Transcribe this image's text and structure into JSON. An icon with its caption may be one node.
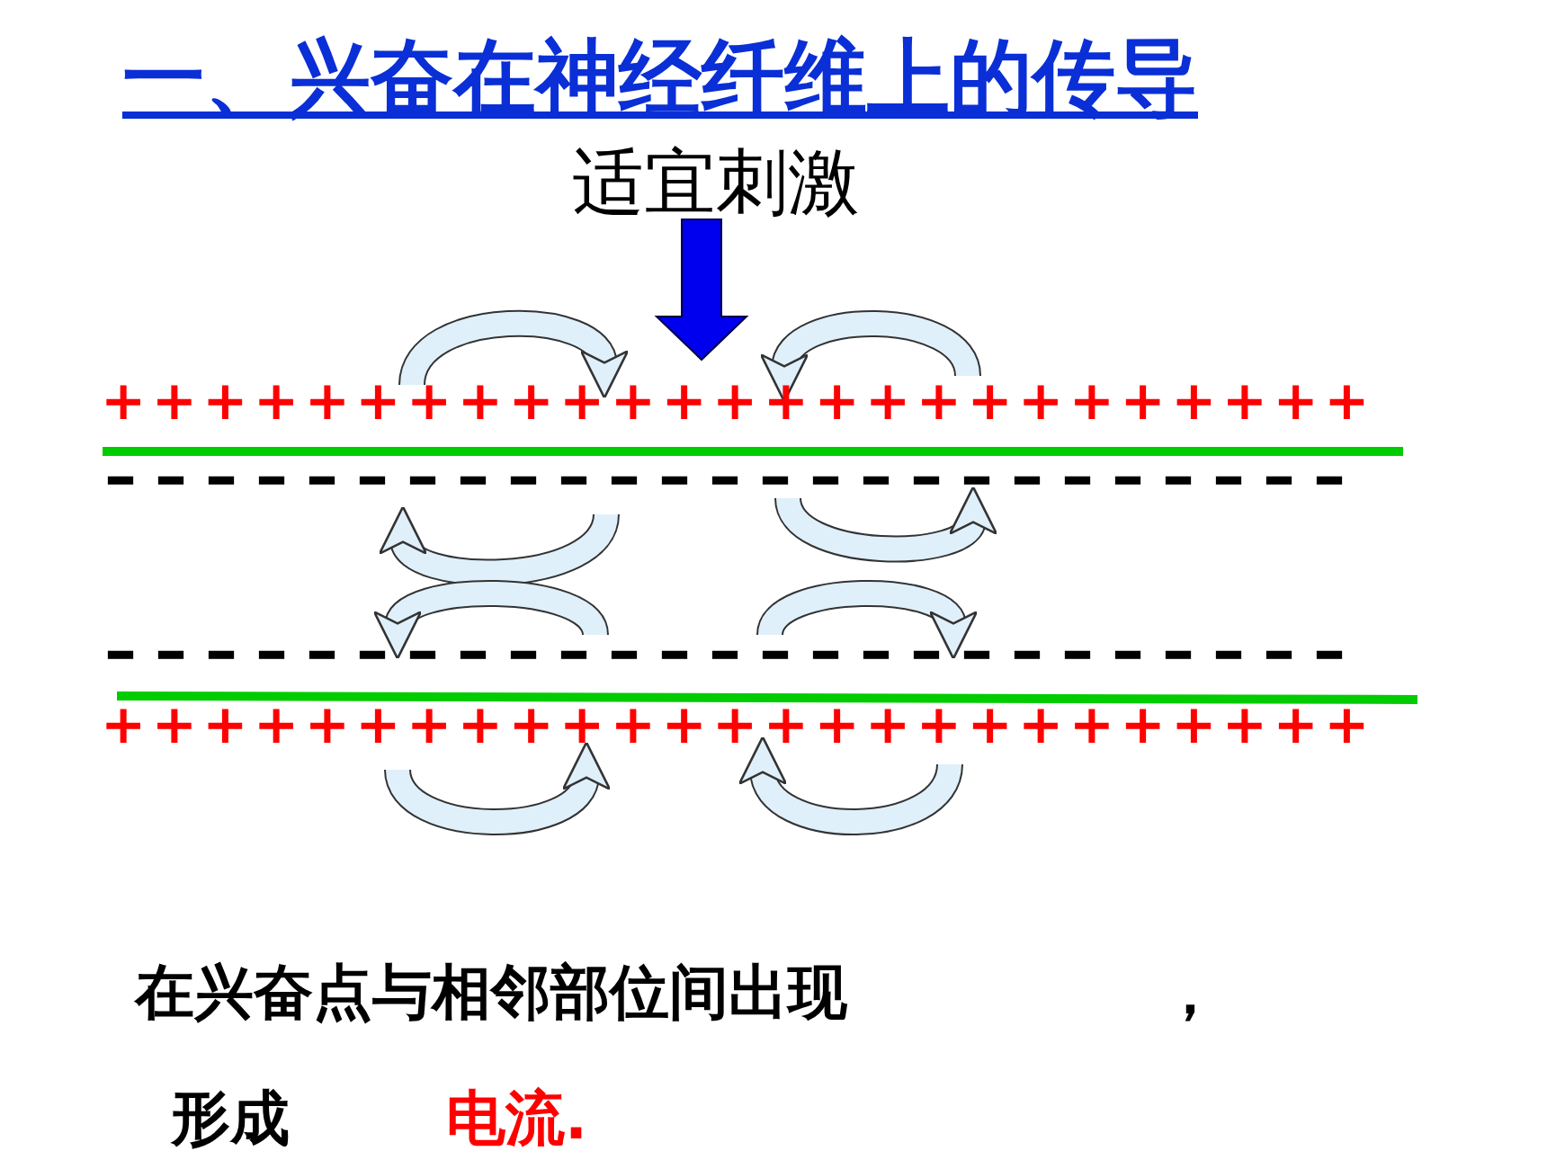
{
  "diagram": {
    "title": "一、兴奋在神经纤维上的传导",
    "labels": [
      "适宜刺激",
      "+++++++++++++++++++++++++",
      "–––––––––––––––––––––––––",
      "–––––––––––––––––––––––––",
      "+++++++++++++++++++++++++",
      "在兴奋点与相邻部位间出现",
      "，",
      "形成",
      "电流."
    ]
  }
}
